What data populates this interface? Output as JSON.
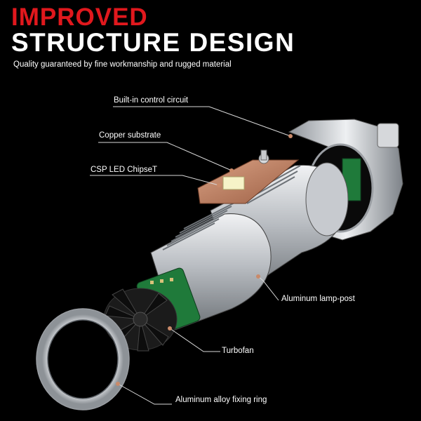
{
  "header": {
    "title_line1": "IMPROVED",
    "title_line2": "STRUCTURE DESIGN",
    "subtitle": "Quality guaranteed by fine workmanship and rugged material"
  },
  "callouts": {
    "control_circuit": "Built-in control circuit",
    "copper_substrate": "Copper substrate",
    "led_chipset": "CSP LED ChipseT",
    "lamp_post": "Aluminum lamp-post",
    "turbofan": "Turbofan",
    "fixing_ring": "Aluminum alloy fixing ring"
  },
  "colors": {
    "background": "#000000",
    "title_red": "#e0181d",
    "text_white": "#ffffff",
    "metal_silver": "#c9ccd0",
    "copper": "#c98a6a",
    "pcb_green": "#1f7a3a"
  }
}
